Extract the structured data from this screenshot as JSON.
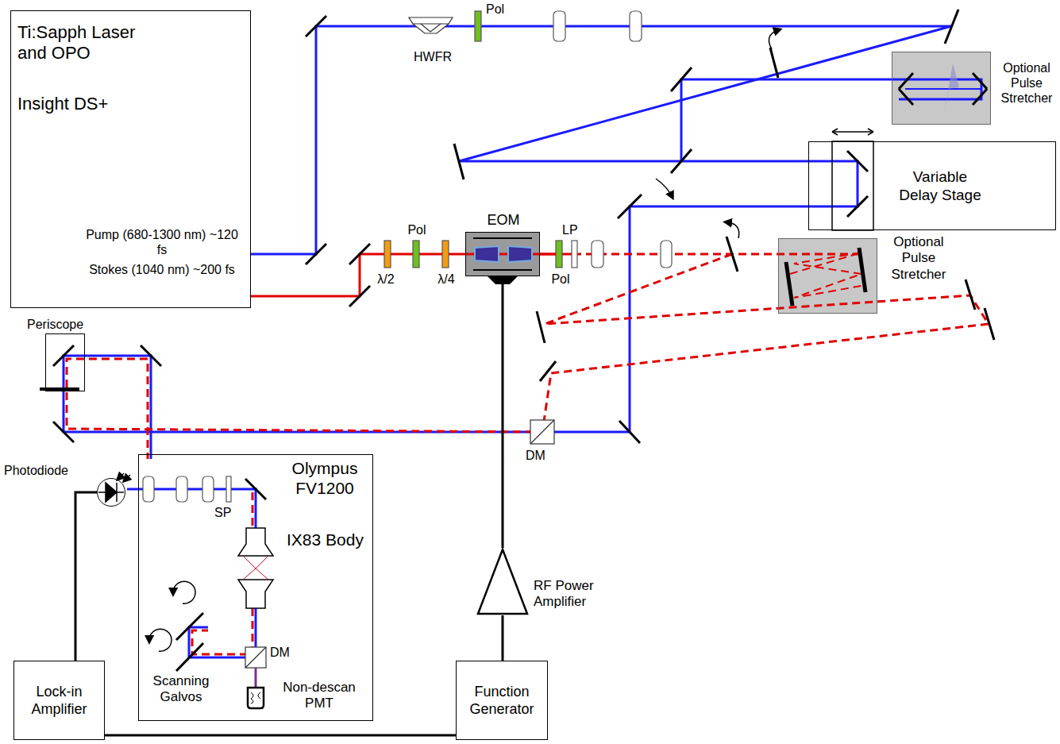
{
  "diagram": {
    "nodes": [
      {
        "text": [
          "Ti:Sapph Laser and OPO",
          "Insight DS+",
          "Pump (680-1300 nm) ~120 fs",
          "Stokes (1040 nm) ~200 fs"
        ]
      },
      {
        "text": [
          "Optional Pulse Stretcher"
        ]
      },
      {
        "text": [
          "Variable Delay Stage"
        ]
      },
      {
        "text": [
          "EOM"
        ]
      },
      {
        "text": [
          "Optional Pulse Stretcher"
        ]
      },
      {
        "text": [
          "Periscope"
        ]
      },
      {
        "text": [
          "Olympus FV1200",
          "IX83 Body"
        ]
      },
      {
        "text": [
          "Photodiode"
        ]
      },
      {
        "text": [
          "RF Power Amplifier"
        ]
      },
      {
        "text": [
          "Lock-in Amplifier"
        ]
      },
      {
        "text": [
          "Function Generator"
        ]
      }
    ],
    "edges": [
      {
        "from": 3,
        "to": 8,
        "arrow": "none"
      },
      {
        "from": 8,
        "to": 10,
        "arrow": "none"
      },
      {
        "from": 10,
        "to": 9,
        "arrow": "none"
      },
      {
        "from": 9,
        "to": 7,
        "arrow": "none"
      }
    ],
    "labels": [
      "HWFR",
      "Pol",
      "λ/2",
      "Pol",
      "λ/4",
      "LP",
      "Pol",
      "DM",
      "SP",
      "DM",
      "Scanning Galvos",
      "Non-descan PMT"
    ]
  }
}
